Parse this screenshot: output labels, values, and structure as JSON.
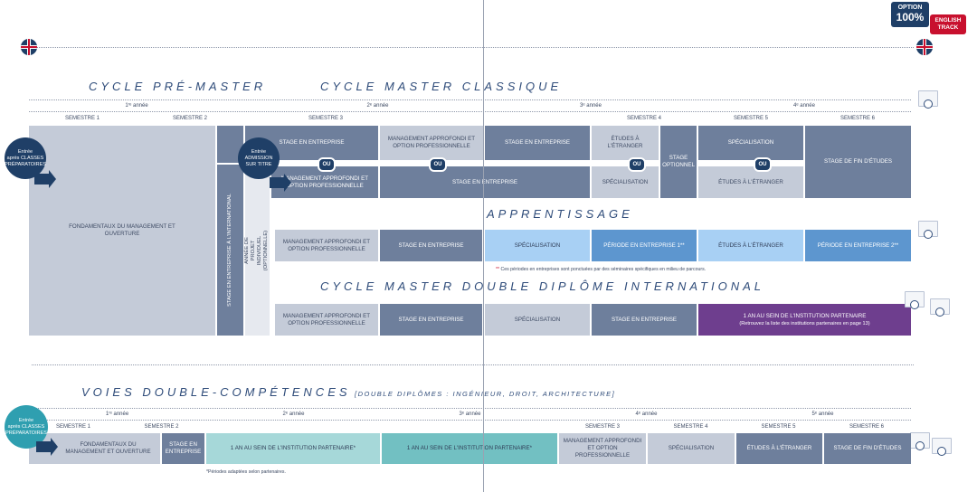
{
  "badge": {
    "line1": "OPTION",
    "line2": "100%",
    "track": "ENGLISH TRACK"
  },
  "colors": {
    "navy": "#1f3f67",
    "dark": "#6e7f9c",
    "purple": "#6e3e8e",
    "blue": "#5d96cf",
    "sky": "#a8d0f4",
    "teal": "#72c0c2"
  },
  "titles": {
    "pre": "CYCLE PRÉ-MASTER",
    "classique": "CYCLE MASTER CLASSIQUE",
    "apprentissage": "APPRENTISSAGE",
    "double": "CYCLE MASTER DOUBLE  DIPLÔME INTERNATIONAL",
    "voies": "VOIES DOUBLE-COMPÉTENCES",
    "voies_sub": "[DOUBLE DIPLÔMES : INGÉNIEUR, DROIT, ARCHITECTURE]"
  },
  "years": {
    "y1": "1ʳᵉ année",
    "y2": "2ᵉ année",
    "y3": "3ᵉ année",
    "y4": "4ᵉ année",
    "y5": "5ᵉ année"
  },
  "semesters": {
    "s1": "SEMESTRE 1",
    "s2": "SEMESTRE 2",
    "s3": "SEMESTRE 3",
    "s4": "SEMESTRE 4",
    "s5": "SEMESTRE 5",
    "s6": "SEMESTRE 6"
  },
  "entry": {
    "classes": [
      "Entrée",
      "après CLASSES",
      "PRÉPARATOIRES"
    ],
    "titre": [
      "Entrée",
      "ADMISSION",
      "SUR TITRE"
    ]
  },
  "ou": "OU",
  "classique": {
    "fondamentaux": "FONDAMENTAUX DU MANAGEMENT ET OUVERTURE",
    "stage_intl": "STAGE EN ENTREPRISE À L'INTERNATIONAL",
    "projet": "ANNÉE DE PROJET INDIVIDUEL (OPTIONNELLE)",
    "r1": [
      "STAGE EN ENTREPRISE",
      "MANAGEMENT APPROFONDI ET OPTION PROFESSIONNELLE",
      "STAGE EN ENTREPRISE",
      "ÉTUDES À L'ÉTRANGER",
      "STAGE OPTIONNEL",
      "SPÉCIALISATION",
      "STAGE DE FIN D'ÉTUDES"
    ],
    "r2": [
      "MANAGEMENT APPROFONDI ET OPTION PROFESSIONNELLE",
      "STAGE EN ENTREPRISE",
      "SPÉCIALISATION",
      "ÉTUDES À L'ÉTRANGER"
    ]
  },
  "apprentissage": {
    "cells": [
      "MANAGEMENT APPROFONDI ET OPTION PROFESSIONNELLE",
      "STAGE EN ENTREPRISE",
      "SPÉCIALISATION",
      "PÉRIODE EN ENTREPRISE 1**",
      "ÉTUDES À L'ÉTRANGER",
      "PÉRIODE EN ENTREPRISE 2**"
    ],
    "note_mark": "**",
    "note": "Ces périodes en entreprises sont ponctuées par des séminaires spécifiques en milieu de parcours."
  },
  "double": {
    "cells": [
      "MANAGEMENT APPROFONDI ET OPTION PROFESSIONNELLE",
      "STAGE EN ENTREPRISE",
      "SPÉCIALISATION",
      "STAGE EN ENTREPRISE"
    ],
    "partner": "1 AN AU SEIN DE L'INSTITUTION PARTENAIRE",
    "partner_sub": "(Retrouvez la liste des institutions partenaires en page 13)"
  },
  "voies": {
    "cells": [
      "FONDAMENTAUX DU MANAGEMENT ET OUVERTURE",
      "STAGE EN ENTREPRISE",
      "1 AN AU SEIN DE L'INSTITUTION PARTENAIRE*",
      "1 AN AU SEIN DE L'INSTITUTION PARTENAIRE*",
      "MANAGEMENT APPROFONDI ET OPTION PROFESSIONNELLE",
      "SPÉCIALISATION",
      "ÉTUDES À L'ÉTRANGER",
      "STAGE DE FIN D'ÉTUDES"
    ],
    "note": "*Périodes adaptées selon partenaires."
  }
}
